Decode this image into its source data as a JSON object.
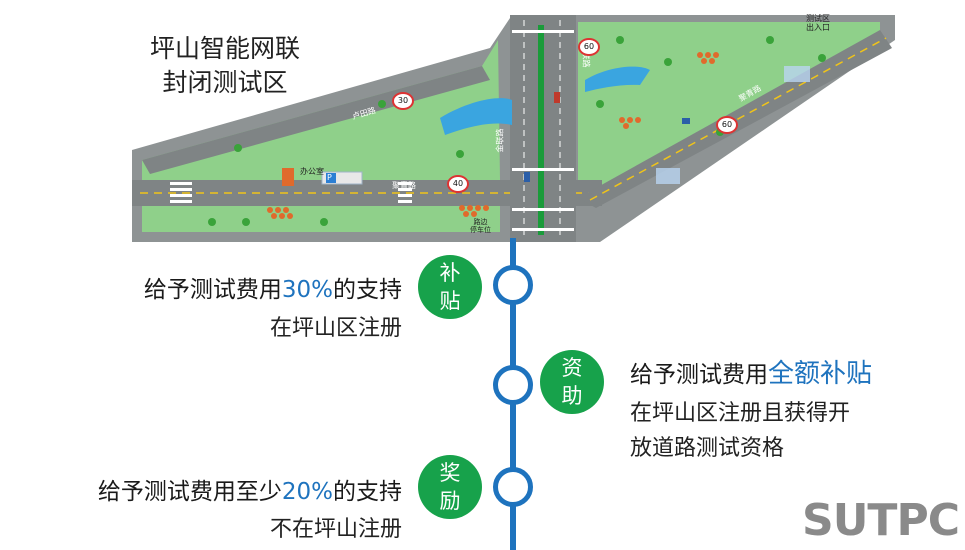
{
  "map": {
    "title_line1": "坪山智能网联",
    "title_line2": "封闭测试区",
    "road_labels": [
      "卢田路",
      "金联路",
      "聚青路",
      "金联路",
      "聚青路"
    ],
    "speed_signs": [
      "30",
      "40",
      "60",
      "60"
    ],
    "exit_label_line1": "测试区",
    "exit_label_line2": "出入口",
    "building_label": "办公室",
    "parking_label": "P",
    "stop_label_line1": "路边",
    "stop_label_line2": "停车位"
  },
  "tiers": [
    {
      "badge_top": "补",
      "badge_bottom": "贴",
      "main_prefix": "给予测试费用",
      "main_highlight": "30%",
      "main_suffix": "的支持",
      "sub_line1": "在坪山区注册"
    },
    {
      "badge_top": "资",
      "badge_bottom": "助",
      "main_prefix": "给予测试费用",
      "main_highlight": "全额补贴",
      "sub_line1": "在坪山区注册且获得开",
      "sub_line2": "放道路测试资格"
    },
    {
      "badge_top": "奖",
      "badge_bottom": "励",
      "main_prefix": "给予测试费用至少",
      "main_highlight": "20%",
      "main_suffix": "的支持",
      "sub_line1": "不在坪山注册"
    }
  ],
  "logo": "SUTPC",
  "colors": {
    "timeline": "#1e73be",
    "badge": "#17a24b",
    "highlight": "#1e73be",
    "road": "#8e9394",
    "grass": "#8fd08a"
  }
}
